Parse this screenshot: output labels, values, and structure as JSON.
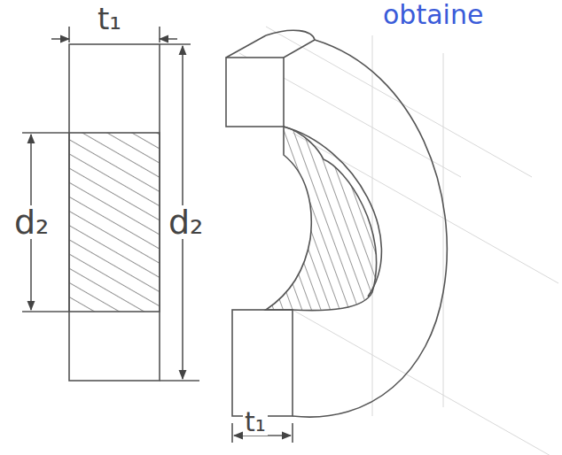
{
  "diagram": {
    "labels": [
      "obtaine",
      "t₁",
      "d₂",
      "d₂",
      "t₁"
    ]
  }
}
